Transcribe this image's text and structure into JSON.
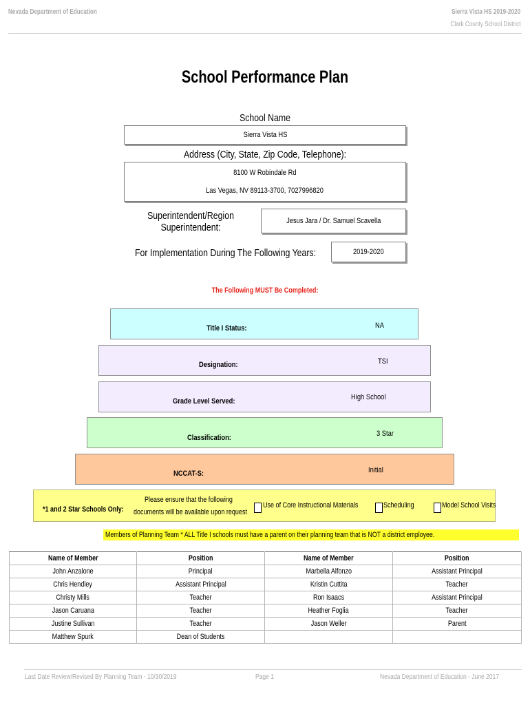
{
  "header": {
    "left": "Nevada Department of Education",
    "right_line1": "Sierra Vista HS  2019-2020",
    "right_line2": "Clark County School District"
  },
  "title": "School Performance Plan",
  "school_name": {
    "label": "School Name",
    "value": "Sierra Vista HS"
  },
  "address": {
    "label": "Address (City, State, Zip Code, Telephone):",
    "line1": "8100 W Robindale Rd",
    "line2": "Las Vegas, NV  89113-3700, 7027996820"
  },
  "superintendent": {
    "label_line1": "Superintendent/Region",
    "label_line2": "Superintendent:",
    "value": "Jesus Jara / Dr. Samuel Scavella"
  },
  "implementation": {
    "label": "For Implementation During The Following Years:",
    "value": "2019-2020"
  },
  "must_complete": "The Following MUST Be Completed:",
  "tiers": [
    {
      "label": "Title I Status:",
      "value": "NA",
      "color": "#ccffff"
    },
    {
      "label": "Designation:",
      "value": "TSI",
      "color": "#f3ecff"
    },
    {
      "label": "Grade Level Served:",
      "value": "High School",
      "color": "#f3ecff"
    },
    {
      "label": "Classification:",
      "value": "3 Star",
      "color": "#ccffcc"
    },
    {
      "label": "NCCAT-S:",
      "value": "Initial",
      "color": "#ffc89c"
    }
  ],
  "star_schools": {
    "label": "*1 and 2 Star Schools Only:",
    "note_line1": "Please ensure that the following",
    "note_line2": "documents will be available upon request",
    "options": [
      {
        "label": "Use of Core Instructional Materials",
        "checked": false
      },
      {
        "label": "Scheduling",
        "checked": false
      },
      {
        "label": "Model School Visits",
        "checked": false
      }
    ]
  },
  "planning_note": "Members of Planning Team * ALL Title I schools must have a parent on their planning team that is NOT a district employee.",
  "team_table": {
    "headers": [
      "Name of Member",
      "Position",
      "Name of Member",
      "Position"
    ],
    "rows": [
      [
        "John Anzalone",
        "Principal",
        "Marbella Alfonzo",
        "Assistant Principal"
      ],
      [
        "Chris Hendley",
        "Assistant Principal",
        "Kristin Cuttita",
        "Teacher"
      ],
      [
        "Christy Mills",
        "Teacher",
        "Ron Isaacs",
        "Assistant Principal"
      ],
      [
        "Jason Caruana",
        "Teacher",
        "Heather Foglia",
        "Teacher"
      ],
      [
        "Justine Sullivan",
        "Teacher",
        "Jason Weller",
        "Parent"
      ],
      [
        "Matthew Spurk",
        "Dean of Students",
        "",
        ""
      ]
    ]
  },
  "footer": {
    "left": "Last Date Review/Revised By Planning Team - 10/30/2019",
    "center": "Page 1",
    "right": "Nevada Department of Education - June 2017"
  }
}
